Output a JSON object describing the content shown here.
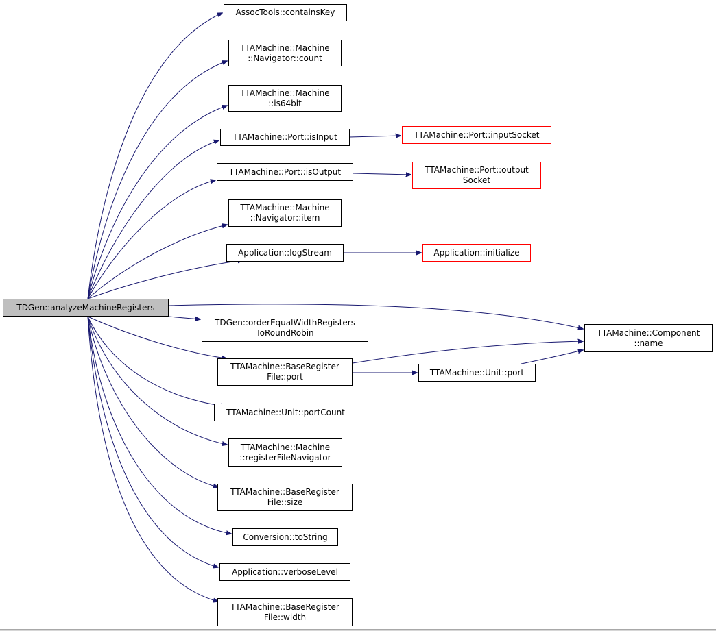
{
  "colors": {
    "edge": "#191970",
    "node_border": "#000000",
    "external_border": "#ff0000",
    "root_fill": "#bfbfbf"
  },
  "nodes": {
    "analyze": [
      "TDGen::analyzeMachineRegisters"
    ],
    "containsKey": [
      "AssocTools::containsKey"
    ],
    "navCount": [
      "TTAMachine::Machine",
      "::Navigator::count"
    ],
    "is64bit": [
      "TTAMachine::Machine",
      "::is64bit"
    ],
    "isInput": [
      "TTAMachine::Port::isInput"
    ],
    "inputSocket": [
      "TTAMachine::Port::inputSocket"
    ],
    "isOutput": [
      "TTAMachine::Port::isOutput"
    ],
    "outputSocket": [
      "TTAMachine::Port::output",
      "Socket"
    ],
    "navItem": [
      "TTAMachine::Machine",
      "::Navigator::item"
    ],
    "logStream": [
      "Application::logStream"
    ],
    "initialize": [
      "Application::initialize"
    ],
    "orderEqual": [
      "TDGen::orderEqualWidthRegisters",
      "ToRoundRobin"
    ],
    "compName": [
      "TTAMachine::Component",
      "::name"
    ],
    "brfPort": [
      "TTAMachine::BaseRegister",
      "File::port"
    ],
    "unitPort": [
      "TTAMachine::Unit::port"
    ],
    "portCount": [
      "TTAMachine::Unit::portCount"
    ],
    "rfNav": [
      "TTAMachine::Machine",
      "::registerFileNavigator"
    ],
    "brfSize": [
      "TTAMachine::BaseRegister",
      "File::size"
    ],
    "toString": [
      "Conversion::toString"
    ],
    "verbose": [
      "Application::verboseLevel"
    ],
    "brfWidth": [
      "TTAMachine::BaseRegister",
      "File::width"
    ]
  }
}
